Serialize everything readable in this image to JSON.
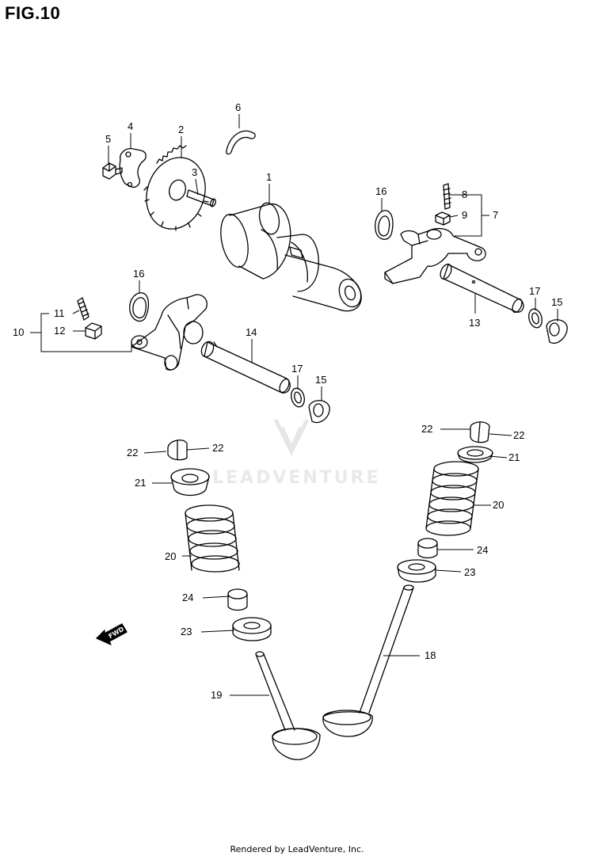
{
  "figure": {
    "title": "FIG.10"
  },
  "watermark": {
    "text": "LEADVENTURE"
  },
  "arrow": {
    "text": "FWD"
  },
  "footer": {
    "text": "Rendered by LeadVenture, Inc."
  },
  "callouts": [
    {
      "name": "label-6",
      "text": "6"
    },
    {
      "name": "label-4",
      "text": "4"
    },
    {
      "name": "label-2",
      "text": "2"
    },
    {
      "name": "label-5",
      "text": "5"
    },
    {
      "name": "label-3",
      "text": "3"
    },
    {
      "name": "label-1",
      "text": "1"
    },
    {
      "name": "label-16a",
      "text": "16"
    },
    {
      "name": "label-8",
      "text": "8"
    },
    {
      "name": "label-9",
      "text": "9"
    },
    {
      "name": "label-7",
      "text": "7"
    },
    {
      "name": "label-16b",
      "text": "16"
    },
    {
      "name": "label-11",
      "text": "11"
    },
    {
      "name": "label-10",
      "text": "10"
    },
    {
      "name": "label-12",
      "text": "12"
    },
    {
      "name": "label-14",
      "text": "14"
    },
    {
      "name": "label-17a",
      "text": "17"
    },
    {
      "name": "label-15a",
      "text": "15"
    },
    {
      "name": "label-13",
      "text": "13"
    },
    {
      "name": "label-17b",
      "text": "17"
    },
    {
      "name": "label-15b",
      "text": "15"
    },
    {
      "name": "label-22a",
      "text": "22"
    },
    {
      "name": "label-22b",
      "text": "22"
    },
    {
      "name": "label-22c",
      "text": "22"
    },
    {
      "name": "label-22d",
      "text": "22"
    },
    {
      "name": "label-21a",
      "text": "21"
    },
    {
      "name": "label-21b",
      "text": "21"
    },
    {
      "name": "label-20a",
      "text": "20"
    },
    {
      "name": "label-20b",
      "text": "20"
    },
    {
      "name": "label-24a",
      "text": "24"
    },
    {
      "name": "label-24b",
      "text": "24"
    },
    {
      "name": "label-23a",
      "text": "23"
    },
    {
      "name": "label-23b",
      "text": "23"
    },
    {
      "name": "label-18",
      "text": "18"
    },
    {
      "name": "label-19",
      "text": "19"
    }
  ]
}
